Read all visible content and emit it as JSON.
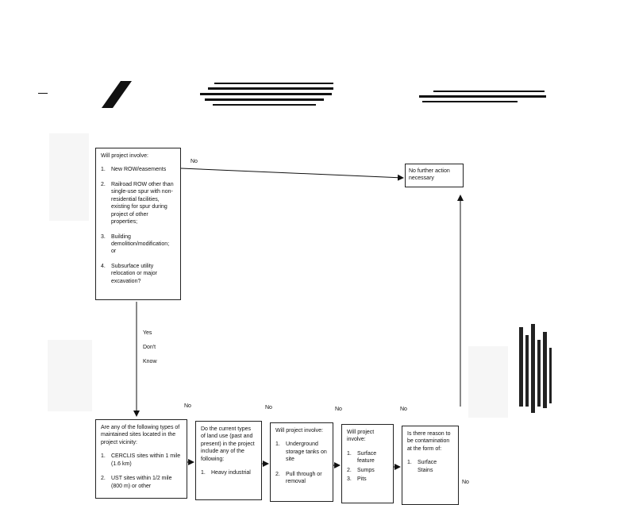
{
  "decision1": {
    "prompt": "Will project involve:",
    "items": [
      {
        "num": "1.",
        "text": "New ROW/easements"
      },
      {
        "num": "2.",
        "text": "Railroad ROW other than single-use spur with non-residential facilities, existing for spur during project of other properties;"
      },
      {
        "num": "3.",
        "text": "Building demolition/modification; or"
      },
      {
        "num": "4.",
        "text": "Subsurface utility relocation or major excavation?"
      }
    ]
  },
  "labels": {
    "no_top": "No",
    "yes_dont_know": [
      "Yes",
      "Don't",
      "Know"
    ],
    "no_1": "No",
    "no_2": "No",
    "no_3": "No",
    "no_4": "No",
    "no_5": "No"
  },
  "result_box": {
    "text": "No further action necessary"
  },
  "bottom_boxes": [
    {
      "head": "Are any of the following types of maintained sites located in the project vicinity:",
      "items": [
        {
          "num": "1.",
          "text": "CERCLIS sites within 1 mile (1.6 km)"
        },
        {
          "num": "2.",
          "text": "UST sites within 1/2 mile (800 m) or other"
        }
      ]
    },
    {
      "head": "Do the current types of land use (past and present) in the project include any of the following:",
      "items": [
        {
          "num": "1.",
          "text": "Heavy industrial"
        }
      ]
    },
    {
      "head": "Will project involve:",
      "items": [
        {
          "num": "1.",
          "text": "Underground storage tanks on site"
        },
        {
          "num": "2.",
          "text": "Pull through or removal"
        }
      ]
    },
    {
      "head": "Will project involve:",
      "items": [
        {
          "num": "1.",
          "text": "Surface feature"
        },
        {
          "num": "2.",
          "text": "Sumps"
        },
        {
          "num": "3.",
          "text": "Pits"
        }
      ]
    },
    {
      "head": "Is there reason to be contamination at the form of:",
      "items": [
        {
          "num": "1.",
          "text": "Surface Stains"
        }
      ]
    }
  ]
}
